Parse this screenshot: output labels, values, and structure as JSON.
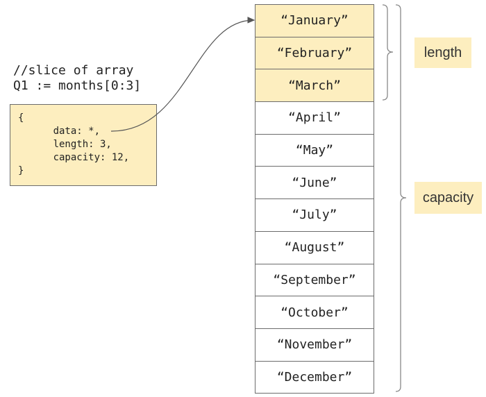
{
  "code": {
    "comment": "//slice of array",
    "statement": "Q1 := months[0:3]"
  },
  "struct": {
    "open": "{",
    "data_line": "      data: *,",
    "length_line": "      length: 3,",
    "capacity_line": "      capacity: 12,",
    "close": "}"
  },
  "array": {
    "cells": [
      {
        "label": "“January”"
      },
      {
        "label": "“February”"
      },
      {
        "label": "“March”"
      },
      {
        "label": "“April”"
      },
      {
        "label": "“May”"
      },
      {
        "label": "“June”"
      },
      {
        "label": "“July”"
      },
      {
        "label": "“August”"
      },
      {
        "label": "“September”"
      },
      {
        "label": "“October”"
      },
      {
        "label": "“November”"
      },
      {
        "label": "“December”"
      }
    ],
    "slice_length": 3,
    "capacity": 12
  },
  "labels": {
    "length": "length",
    "capacity": "capacity"
  },
  "colors": {
    "highlight": "#fdeebf",
    "border": "#6b6b6b"
  }
}
